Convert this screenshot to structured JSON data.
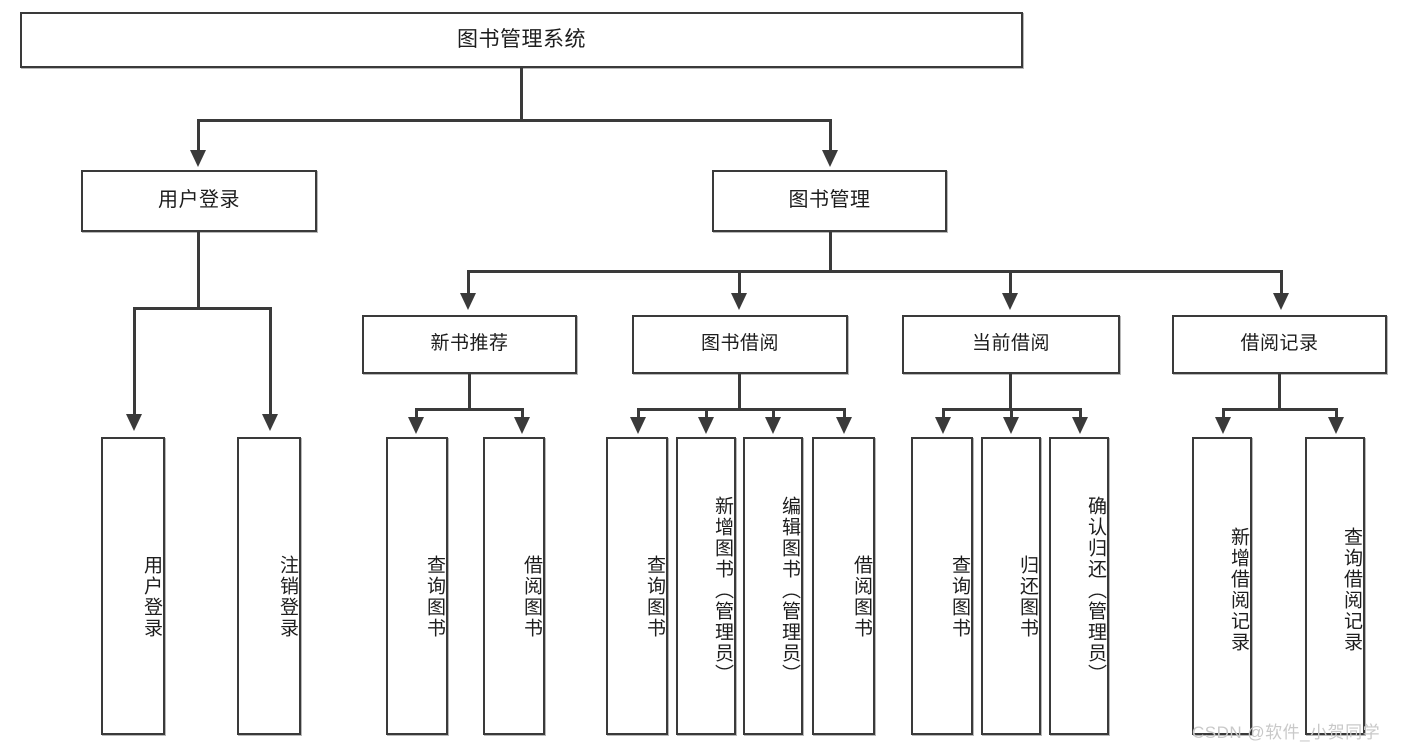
{
  "diagram": {
    "type": "tree-hierarchy-diagram",
    "title": "图书管理系统",
    "root": {
      "label": "图书管理系统"
    },
    "level2": [
      {
        "label": "用户登录"
      },
      {
        "label": "图书管理"
      }
    ],
    "level3": [
      {
        "label": "新书推荐"
      },
      {
        "label": "图书借阅"
      },
      {
        "label": "当前借阅"
      },
      {
        "label": "借阅记录"
      }
    ],
    "leaves": {
      "user_login": [
        {
          "label": "用户登录"
        },
        {
          "label": "注销登录"
        }
      ],
      "new_book_recommend": [
        {
          "label": "查询图书"
        },
        {
          "label": "借阅图书"
        }
      ],
      "book_borrow": [
        {
          "label": "查询图书"
        },
        {
          "label": "新增图书（管理员）"
        },
        {
          "label": "编辑图书（管理员）"
        },
        {
          "label": "借阅图书"
        }
      ],
      "current_borrow": [
        {
          "label": "查询图书"
        },
        {
          "label": "归还图书"
        },
        {
          "label": "确认归还（管理员）"
        }
      ],
      "borrow_record": [
        {
          "label": "新增借阅记录"
        },
        {
          "label": "查询借阅记录"
        }
      ]
    }
  },
  "watermark": {
    "text": "CSDN @软件_小贺同学"
  },
  "colors": {
    "stroke": "#3a3a3a",
    "fill": "#ffffff",
    "text": "#1d1d1d",
    "watermark": "#c9c9c9"
  }
}
